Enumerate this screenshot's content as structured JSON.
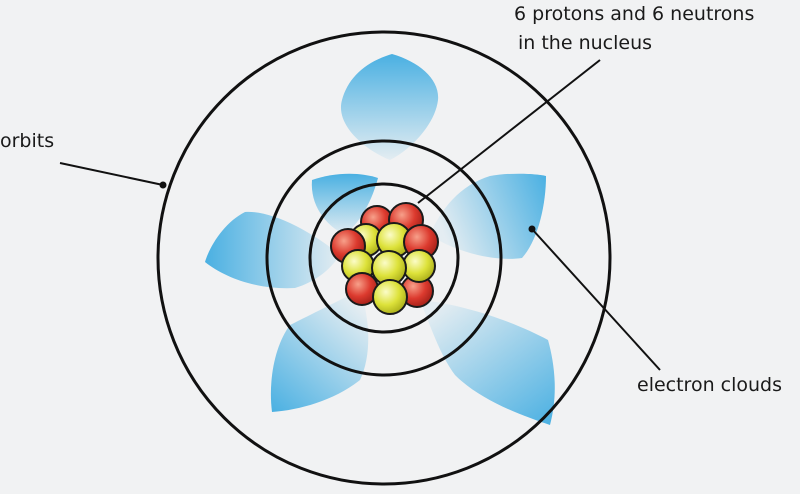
{
  "labels": {
    "nucleus_line1": "6 protons and 6 neutrons",
    "nucleus_line2": "in the nucleus",
    "orbits": "orbits",
    "electron_clouds": "electron clouds"
  },
  "colors": {
    "background": "#f1f2f3",
    "cloud": "#5bb7e3",
    "orbit_stroke": "#111111",
    "proton": "#d9342b",
    "neutron": "#d8dd2e"
  },
  "nucleus": {
    "protons": 6,
    "neutrons": 6
  }
}
